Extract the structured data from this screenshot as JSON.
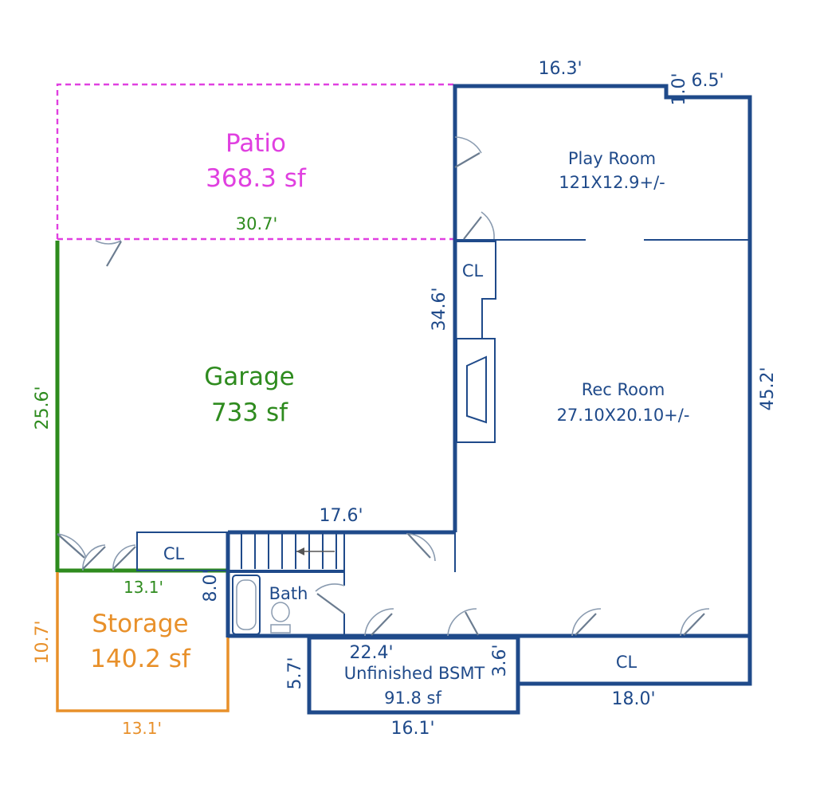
{
  "colors": {
    "wall_blue": "#1f4a8a",
    "garage_green": "#2e8b1e",
    "patio_magenta": "#e040e0",
    "storage_orange": "#e8902a"
  },
  "rooms": {
    "patio": {
      "name": "Patio",
      "area": "368.3 sf"
    },
    "play_room": {
      "name": "Play Room",
      "size": "121X12.9+/-"
    },
    "garage": {
      "name": "Garage",
      "area": "733 sf"
    },
    "rec_room": {
      "name": "Rec Room",
      "size": "27.10X20.10+/-"
    },
    "closet_top": {
      "name": "CL"
    },
    "closet_garage": {
      "name": "CL"
    },
    "closet_bottom": {
      "name": "CL"
    },
    "bath": {
      "name": "Bath"
    },
    "storage": {
      "name": "Storage",
      "area": "140.2 sf"
    },
    "unfinished": {
      "name": "Unfinished BSMT",
      "area": "91.8 sf"
    }
  },
  "dimensions": {
    "play_top": "16.3'",
    "play_notch_vertical": "1.0'",
    "play_notch_horizontal": "6.5'",
    "patio_bottom": "30.7'",
    "rec_left": "34.6'",
    "rec_right": "45.2'",
    "garage_left": "25.6'",
    "garage_bottom_right": "17.6'",
    "garage_bottom": "13.1'",
    "bath_left": "8.0'",
    "storage_left": "10.7'",
    "storage_bottom": "13.1'",
    "bsmt_top": "22.4'",
    "bsmt_right": "3.6'",
    "bsmt_left": "5.7'",
    "bsmt_bottom": "16.1'",
    "closet_bottom": "18.0'"
  }
}
